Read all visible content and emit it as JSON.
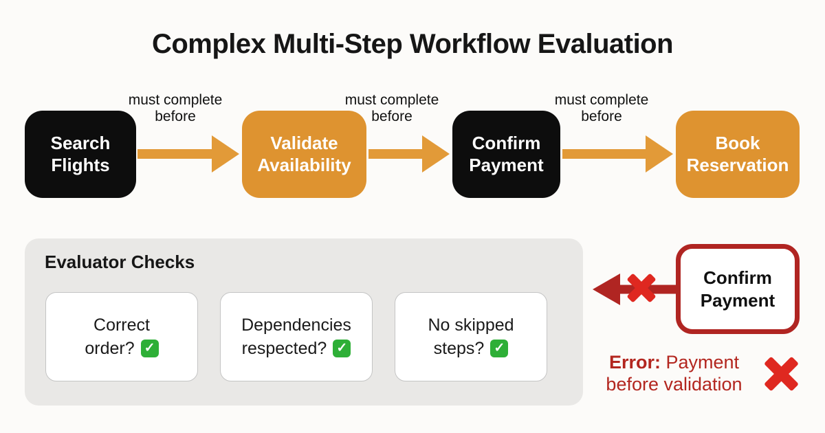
{
  "title": "Complex Multi-Step Workflow Evaluation",
  "workflow": {
    "steps": [
      {
        "label": "Search Flights",
        "color": "black"
      },
      {
        "label": "Validate Availability",
        "color": "orange"
      },
      {
        "label": "Confirm Payment",
        "color": "black"
      },
      {
        "label": "Book Reservation",
        "color": "orange"
      }
    ],
    "edge_label": "must complete before"
  },
  "evaluator": {
    "heading": "Evaluator Checks",
    "checks": [
      {
        "line1": "Correct",
        "line2": "order?",
        "status": "pass"
      },
      {
        "line1": "Dependencies",
        "line2": "respected?",
        "status": "pass"
      },
      {
        "line1": "No skipped",
        "line2": "steps?",
        "status": "pass"
      }
    ],
    "check_glyph": "✓"
  },
  "error_panel": {
    "step_label": "Confirm Payment",
    "error_prefix": "Error:",
    "error_line1_rest": " Payment",
    "error_line2": "before validation"
  },
  "colors": {
    "background": "#fcfbf9",
    "step_black": "#0d0d0d",
    "step_orange": "#de9330",
    "arrow_orange": "#e29a38",
    "panel_gray": "#e9e8e6",
    "check_green": "#2eaf37",
    "error_dark_red": "#b02522",
    "error_bright_red": "#df2820"
  }
}
